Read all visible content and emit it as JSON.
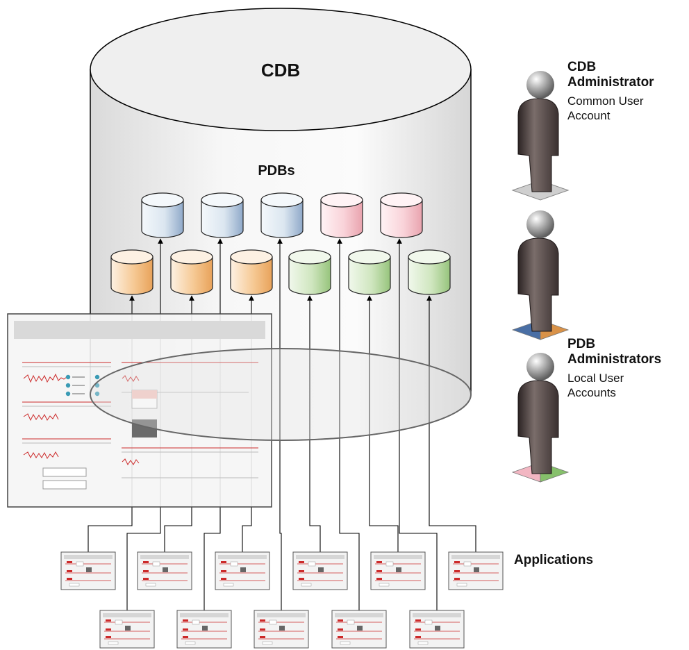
{
  "diagram": {
    "cdb_label": "CDB",
    "pdbs_label": "PDBs",
    "applications_label": "Applications",
    "pdb_rows": [
      {
        "colors": [
          "blue",
          "blue",
          "blue",
          "pink",
          "pink"
        ]
      },
      {
        "colors": [
          "orange",
          "orange",
          "orange",
          "green",
          "green",
          "green"
        ]
      }
    ],
    "applications": {
      "top_row_count": 6,
      "bottom_row_count": 5
    }
  },
  "administrators": [
    {
      "title_line1": "CDB",
      "title_line2": "Administrator",
      "desc_line1": "Common User",
      "desc_line2": "Account",
      "base_colors": [
        "#cfcfcf"
      ]
    },
    {
      "title_line1": "",
      "title_line2": "",
      "desc_line1": "",
      "desc_line2": "",
      "base_colors": [
        "#4a6fa5",
        "#d99248"
      ]
    },
    {
      "title_line1": "PDB",
      "title_line2": "Administrators",
      "desc_line1": "Local User",
      "desc_line2": "Accounts",
      "base_colors": [
        "#f2b6c2",
        "#86c06b"
      ]
    }
  ],
  "colors": {
    "blue": {
      "light": "#f4f8fb",
      "dark": "#8fa9c9"
    },
    "pink": {
      "light": "#fff3f5",
      "dark": "#e9a3ae"
    },
    "orange": {
      "light": "#fdf1e3",
      "dark": "#e8a25a"
    },
    "green": {
      "light": "#f1f8ec",
      "dark": "#97c47c"
    },
    "accent": "#cc2a2a"
  }
}
